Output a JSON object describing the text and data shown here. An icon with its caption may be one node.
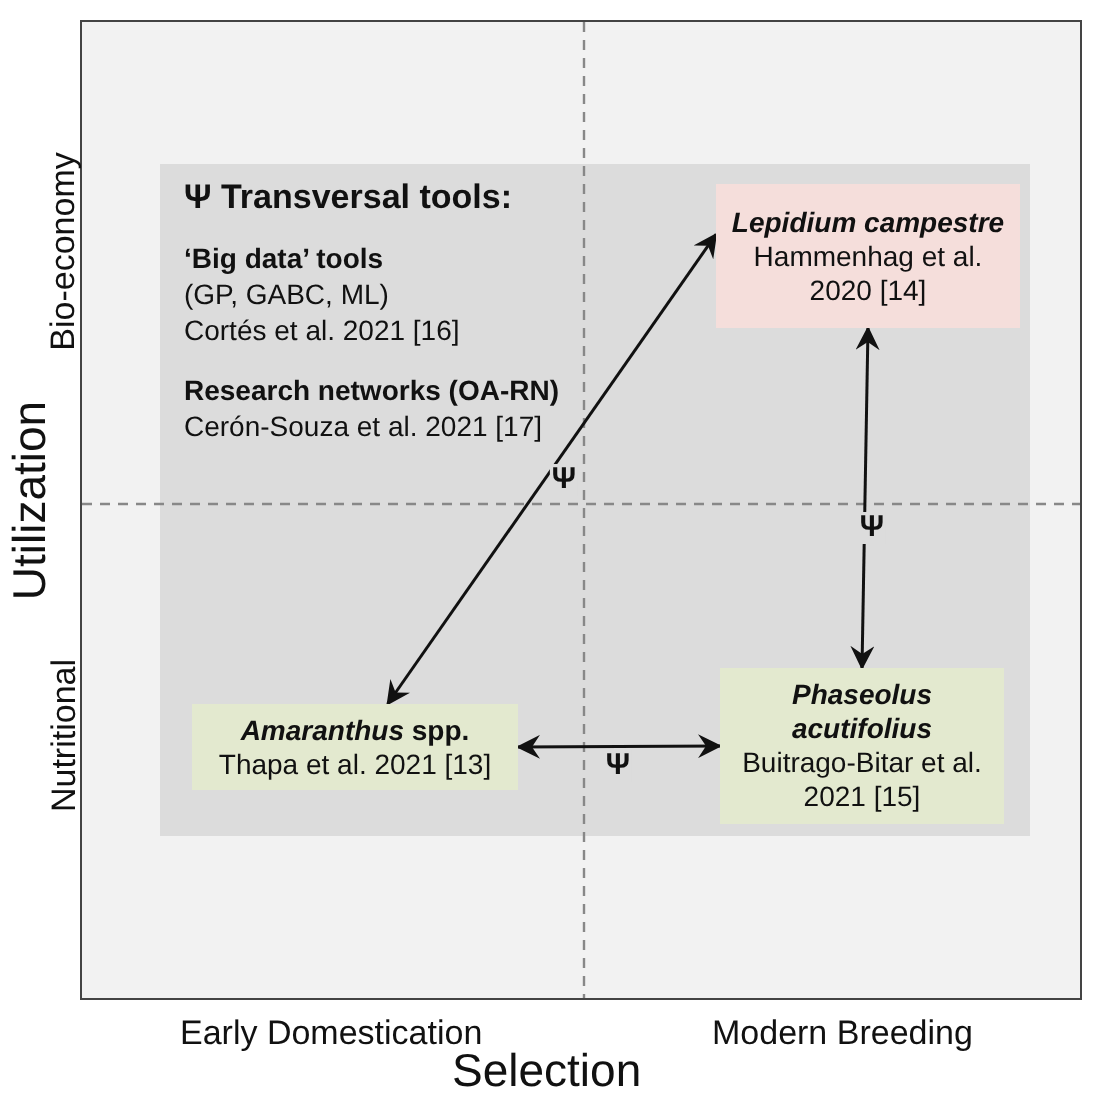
{
  "diagram": {
    "nodes": [
      {
        "text": [
          "Ψ Transversal tools:",
          "‘Big data’ tools",
          "(GP, GABC, ML)",
          "Cortés et al. 2021 [16]",
          "Research networks (OA-RN)",
          "Cerón-Souza et al. 2021 [17]"
        ]
      },
      {
        "text": [
          "*Lepidium campestre*",
          "Hammenhag et al. 2020 [14]"
        ],
        "in": 0
      },
      {
        "text": [
          "*Amaranthus* spp.",
          "Thapa et al. 2021 [13]"
        ],
        "in": 0
      },
      {
        "text": [
          "*Phaseolus acutifolius*",
          "Buitrago-Bitar et al. 2021 [15]"
        ],
        "in": 0
      }
    ],
    "edges": [
      {
        "from": 1,
        "to": 2,
        "arrow": "both",
        "label": "Ψ"
      },
      {
        "from": 1,
        "to": 3,
        "arrow": "both",
        "label": "Ψ"
      },
      {
        "from": 2,
        "to": 3,
        "arrow": "both",
        "label": "Ψ"
      }
    ],
    "labels": [
      "Bio-economy",
      "Utilization",
      "Nutritional",
      "Early Domestication",
      "Selection",
      "Modern Breeding"
    ]
  }
}
